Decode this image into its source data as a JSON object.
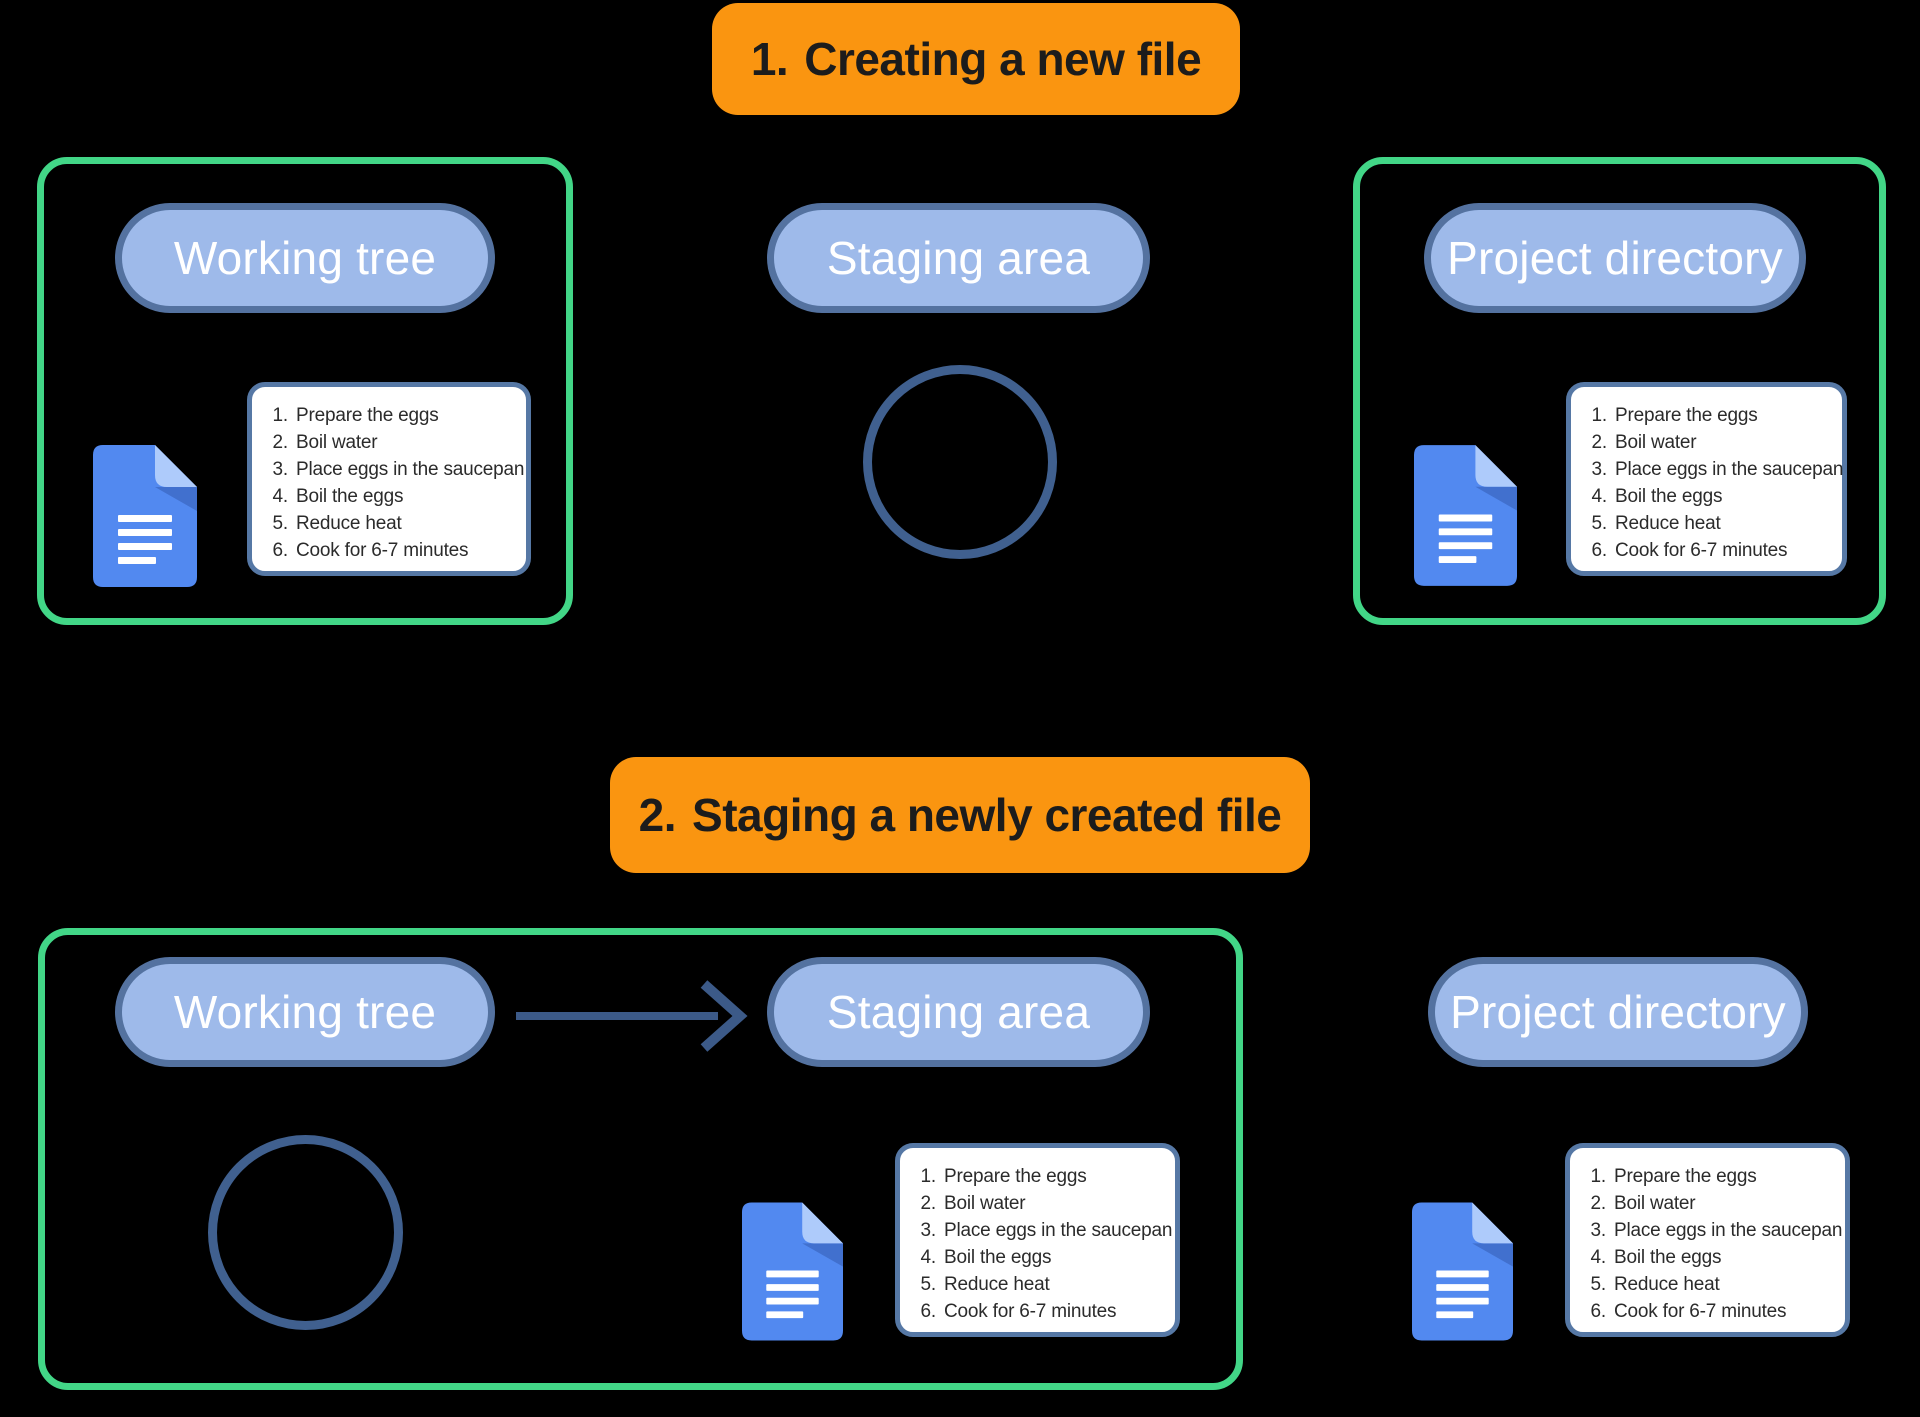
{
  "labels": {
    "working_tree": "Working tree",
    "staging_area": "Staging area",
    "project_directory": "Project directory"
  },
  "sections": [
    {
      "num": "1.",
      "title": "Creating a new file"
    },
    {
      "num": "2.",
      "title": "Staging a newly created file"
    }
  ],
  "recipe": {
    "steps": [
      {
        "num": "1.",
        "text": "Prepare the eggs"
      },
      {
        "num": "2.",
        "text": "Boil water"
      },
      {
        "num": "3.",
        "text": "Place eggs in the saucepan"
      },
      {
        "num": "4.",
        "text": "Boil the eggs"
      },
      {
        "num": "5.",
        "text": "Reduce heat"
      },
      {
        "num": "6.",
        "text": "Cook for 6-7 minutes"
      }
    ]
  },
  "icons": {
    "document": "google-docs-file-icon",
    "arrow": "right-arrow-icon"
  },
  "colors": {
    "background": "#000000",
    "orange": "#FA9510",
    "header_text": "#1C1C1C",
    "pill_fill": "#9EBAEA",
    "pill_border": "#5472A0",
    "pill_text": "#FFFFFF",
    "green_border": "#42D687",
    "circle_stroke": "#40608F",
    "card_border": "#5678A5",
    "card_bg": "#FFFFFF",
    "card_text": "#2B2B2B",
    "arrow": "#3C5A88",
    "doc_body": "#5289F0",
    "doc_fold_light": "#AECBFB",
    "doc_fold_shadow": "#4170CE",
    "doc_lines": "#FFFFFF"
  }
}
